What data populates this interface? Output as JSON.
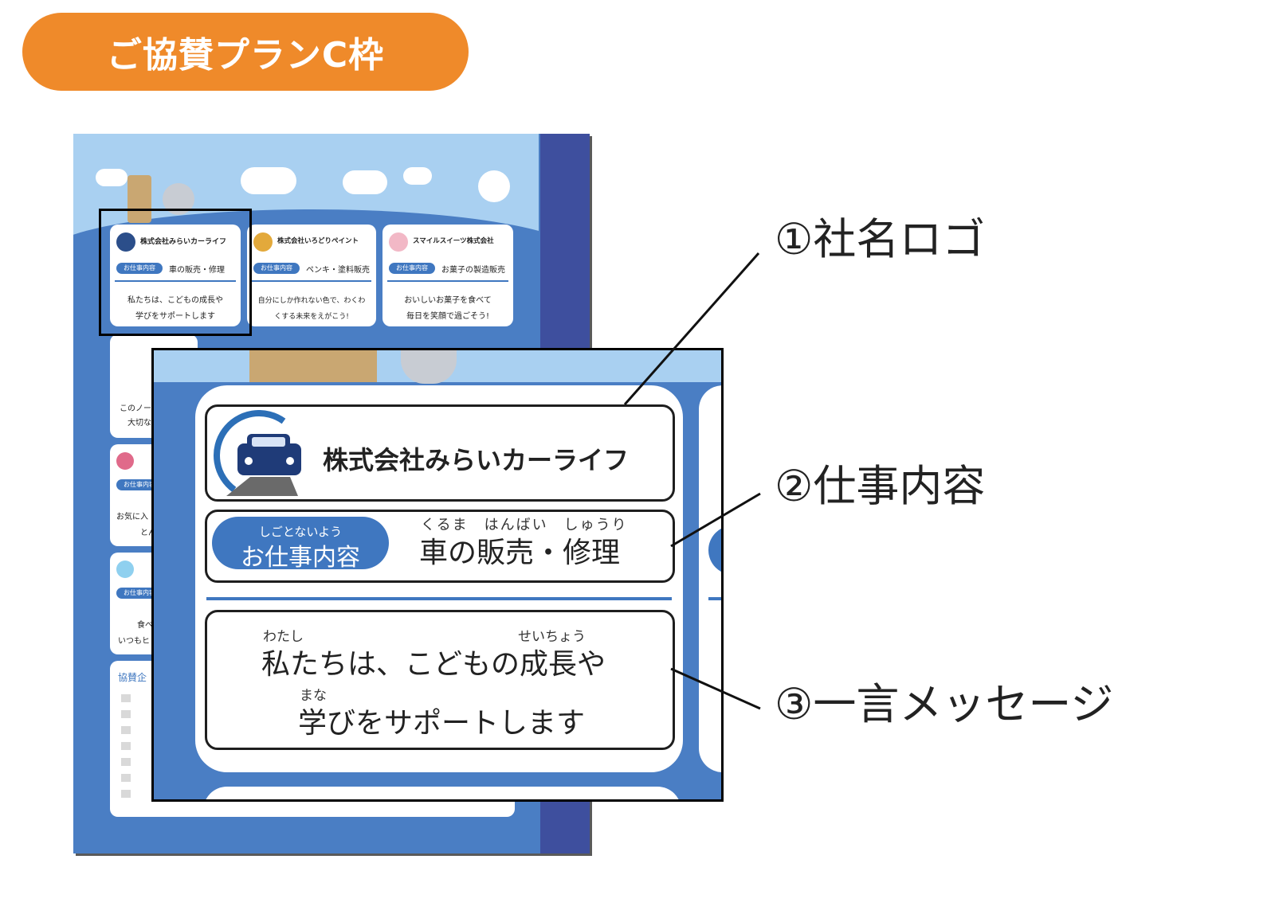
{
  "header": {
    "title": "ご協賛プランC枠",
    "color": "#ef8a2a"
  },
  "brochure": {
    "cards": [
      {
        "name": "株式会社みらいカーライフ",
        "badge": "お仕事内容",
        "job": "車の販売・修理",
        "msg1": "私たちは、こどもの成長や",
        "msg2": "学びをサポートします"
      },
      {
        "name": "株式会社いろどりペイント",
        "badge": "お仕事内容",
        "job": "ペンキ・塗料販売",
        "msg1": "自分にしか作れない色で、わくわ",
        "msg2": "くする未来をえがこう!"
      },
      {
        "name": "スマイルスイーツ株式会社",
        "badge": "お仕事内容",
        "job": "お菓子の製造販売",
        "msg1": "おいしいお菓子を食べて",
        "msg2": "毎日を笑顔で過ごそう!"
      }
    ],
    "left_column": [
      "このノー",
      "大切な",
      "お気に入",
      "とん",
      "食べ",
      "いつもヒ"
    ],
    "sponsors_heading": "協賛企",
    "accent": "#4a7ec4",
    "spine_color": "#3e4f9e"
  },
  "zoom": {
    "company_name": "株式会社みらいカーライフ",
    "job_badge_ruby": "しごとないよう",
    "job_badge": "お仕事内容",
    "job_ruby": "くるま　はんばい　しゅうり",
    "job": "車の販売・修理",
    "msg_ruby_1a": "わたし",
    "msg_ruby_1b": "せいちょう",
    "msg_line1": "私たちは、こどもの成長や",
    "msg_ruby_2": "まな",
    "msg_line2": "学びをサポートします"
  },
  "labels": {
    "logo": "①社名ロゴ",
    "job": "②仕事内容",
    "message": "③一言メッセージ"
  }
}
